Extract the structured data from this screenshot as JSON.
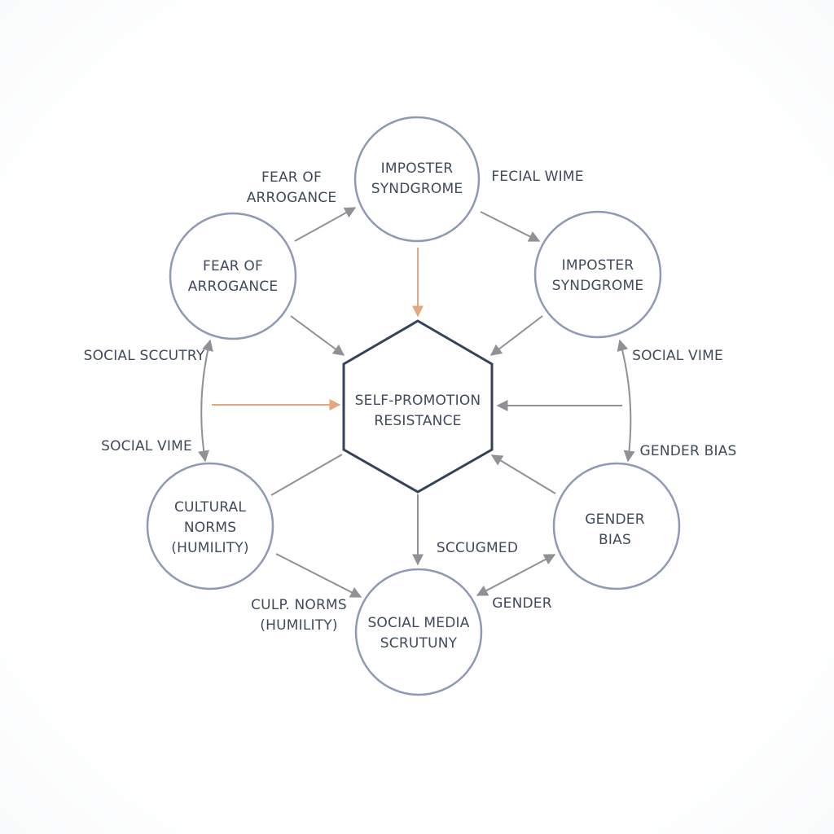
{
  "diagram": {
    "center": {
      "lines": [
        "SELF-PROMOTION",
        "RESISTANCE"
      ]
    },
    "nodes": {
      "imposter_top": {
        "lines": [
          "IMPOSTER",
          "SYNDGROME"
        ]
      },
      "imposter_right": {
        "lines": [
          "IMPOSTER",
          "SYNDGROME"
        ]
      },
      "fear": {
        "lines": [
          "FEAR OF",
          "ARROGANCE"
        ]
      },
      "cultural": {
        "lines": [
          "CULTURAL",
          "NORMS",
          "(HUMILITY)"
        ]
      },
      "social_media": {
        "lines": [
          "SOCIAL MEDIA",
          "SCRUTUNY"
        ]
      },
      "gender": {
        "lines": [
          "GENDER",
          "BIAS"
        ]
      }
    },
    "edge_labels": {
      "fear_of_arrogance": [
        "FEAR OF",
        "ARROGANCE"
      ],
      "fecial_wime": [
        "FECIAL WIME"
      ],
      "social_scutry": [
        "SOCIAL SCCUTRY"
      ],
      "social_vime_left": [
        "SOCIAL VIME"
      ],
      "social_vime_right": [
        "SOCIAL VIME"
      ],
      "gender_bias": [
        "GENDER BIAS"
      ],
      "scugmed": [
        "SCCUGMED"
      ],
      "gender": [
        "GENDER"
      ],
      "culp_norms": [
        "CULP. NORMS",
        "(HUMILITY)"
      ]
    },
    "colors": {
      "circle_stroke": "#8e99b3",
      "hex_stroke": "#34435a",
      "arrow_gray": "#8f9196",
      "arrow_orange": "#e2a77f",
      "text": "#3f4a5c"
    }
  }
}
